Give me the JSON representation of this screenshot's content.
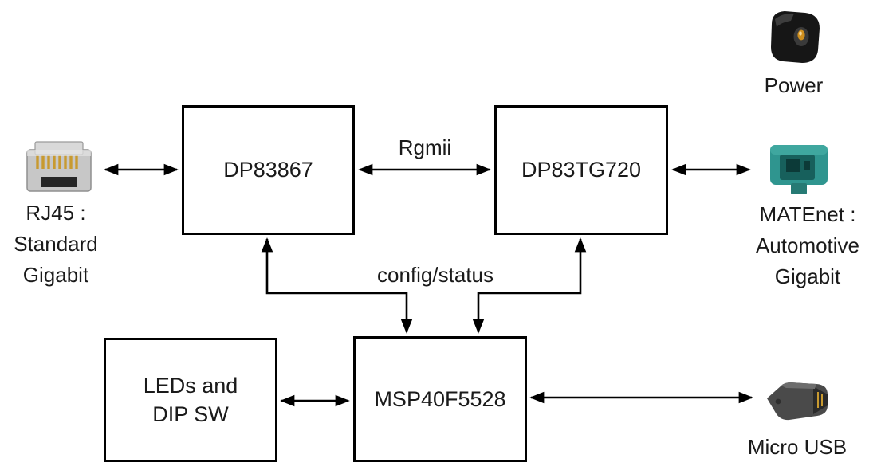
{
  "diagram": {
    "blocks": {
      "dp83867": {
        "label": "DP83867"
      },
      "dp83tg720": {
        "label": "DP83TG720"
      },
      "msp430": {
        "label": "MSP40F5528"
      },
      "leds_dipsw": {
        "line1": "LEDs and",
        "line2": "DIP SW"
      }
    },
    "bus_labels": {
      "rgmii": "Rgmii",
      "config_status": "config/status"
    },
    "connectors": {
      "power": {
        "caption": "Power"
      },
      "rj45": {
        "line1": "RJ45 :",
        "line2": "Standard",
        "line3": "Gigabit"
      },
      "matenet": {
        "line1": "MATEnet :",
        "line2": "Automotive",
        "line3": "Gigabit"
      },
      "micro_usb": {
        "caption": "Micro USB"
      }
    },
    "colors": {
      "line": "#000000",
      "background": "#ffffff",
      "matenet_body": "#2f958f",
      "power_accent": "#cf8f1e",
      "rj45_pins": "#c89a30"
    }
  }
}
